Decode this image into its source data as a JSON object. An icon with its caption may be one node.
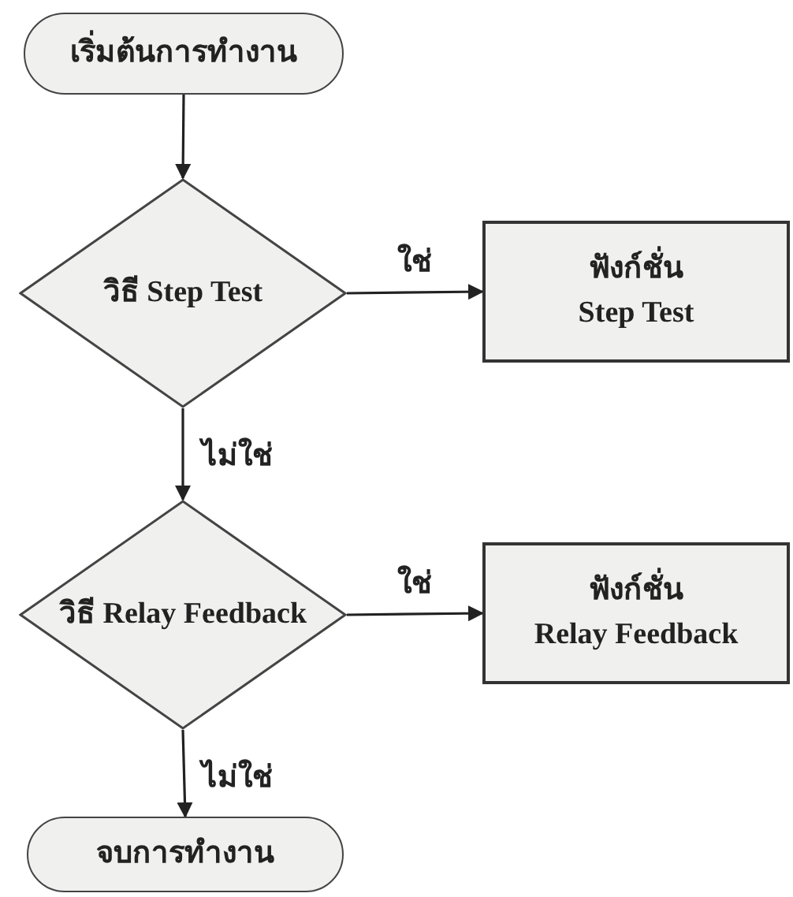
{
  "diagram": {
    "nodes": [
      {
        "text": [
          "เริ่มต้นการทำงาน"
        ]
      },
      {
        "text": [
          "วิธี Step Test"
        ]
      },
      {
        "text": [
          "ฟังก์ชั่น",
          "Step Test"
        ]
      },
      {
        "text": [
          "วิธี Relay Feedback"
        ]
      },
      {
        "text": [
          "ฟังก์ชั่น",
          "Relay Feedback"
        ]
      },
      {
        "text": [
          "จบการทำงาน"
        ]
      }
    ],
    "edges": [
      {
        "from": 0,
        "to": 1,
        "arrow": "to"
      },
      {
        "from": 1,
        "to": 2,
        "arrow": "to",
        "label": "ใช่"
      },
      {
        "from": 1,
        "to": 3,
        "arrow": "to",
        "label": "ไม่ใช่"
      },
      {
        "from": 3,
        "to": 4,
        "arrow": "to",
        "label": "ใช่"
      },
      {
        "from": 3,
        "to": 5,
        "arrow": "to",
        "label": "ไม่ใช่"
      }
    ]
  }
}
